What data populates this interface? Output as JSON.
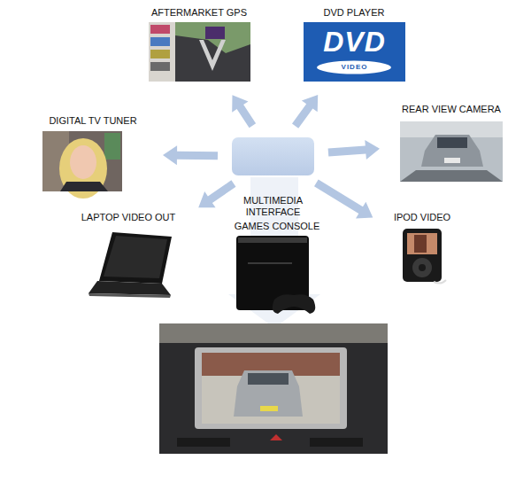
{
  "diagram": {
    "nodes": [
      {
        "text": [
          "AFTERMARKET GPS"
        ]
      },
      {
        "text": [
          "DVD PLAYER"
        ]
      },
      {
        "text": [
          "DIGITAL TV TUNER"
        ]
      },
      {
        "text": [
          "REAR VIEW CAMERA"
        ]
      },
      {
        "text": [
          "MULTIMEDIA INTERFACE"
        ]
      },
      {
        "text": [
          "LAPTOP VIDEO OUT"
        ]
      },
      {
        "text": [
          "IPOD VIDEO"
        ]
      },
      {
        "text": [
          "GAMES CONSOLE"
        ]
      }
    ],
    "edges": [
      {
        "from": 4,
        "to": 0,
        "arrow": "to"
      },
      {
        "from": 4,
        "to": 1,
        "arrow": "to"
      },
      {
        "from": 4,
        "to": 2,
        "arrow": "to"
      },
      {
        "from": 4,
        "to": 3,
        "arrow": "to"
      },
      {
        "from": 4,
        "to": 5,
        "arrow": "to"
      },
      {
        "from": 4,
        "to": 6,
        "arrow": "to"
      }
    ],
    "labels": [
      "DVD",
      "VIDEO"
    ]
  }
}
